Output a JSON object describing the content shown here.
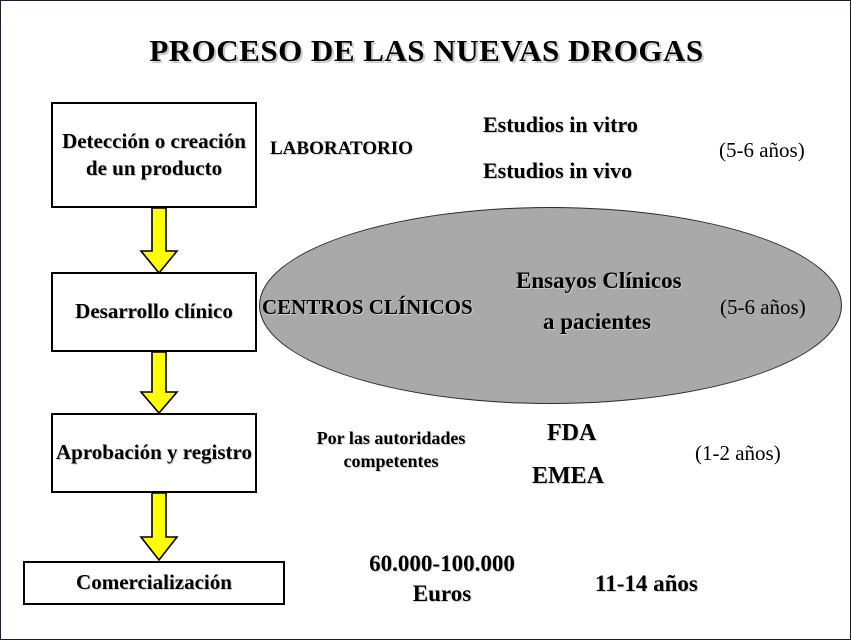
{
  "title": "PROCESO DE LAS NUEVAS DROGAS",
  "colors": {
    "background": "#ffffff",
    "border": "#000000",
    "arrow_fill": "#ffff00",
    "arrow_stroke": "#000000",
    "ellipse_fill": "#a9a9a9",
    "ellipse_stroke": "#2b2b2b",
    "text": "#000000",
    "text_shadow": "#cfcfcf"
  },
  "flow": {
    "boxes": [
      {
        "id": "deteccion",
        "label": "Detección o creación de un producto"
      },
      {
        "id": "desarrollo",
        "label": "Desarrollo clínico"
      },
      {
        "id": "aprobacion",
        "label": "Aprobación y registro"
      },
      {
        "id": "comercial",
        "label": "Comercialización"
      }
    ],
    "arrows": [
      {
        "id": "arrow-1",
        "icon": "down-arrow-icon"
      },
      {
        "id": "arrow-2",
        "icon": "down-arrow-icon"
      },
      {
        "id": "arrow-3",
        "icon": "down-arrow-icon"
      }
    ]
  },
  "stages": {
    "laboratorio": {
      "where": "LABORATORIO",
      "activity_1": "Estudios in vitro",
      "activity_2": "Estudios in vivo",
      "duration": "(5-6 años)"
    },
    "centros_clinicos": {
      "where": "CENTROS CLÍNICOS",
      "activity_1": "Ensayos Clínicos",
      "activity_2": "a pacientes",
      "duration": "(5-6 años)"
    },
    "aprobacion": {
      "where": "Por las autoridades competentes",
      "agency_1": "FDA",
      "agency_2": "EMEA",
      "duration": "(1-2 años)"
    },
    "comercializacion": {
      "cost": "60.000-100.000 Euros",
      "total_duration": "11-14 años"
    }
  }
}
